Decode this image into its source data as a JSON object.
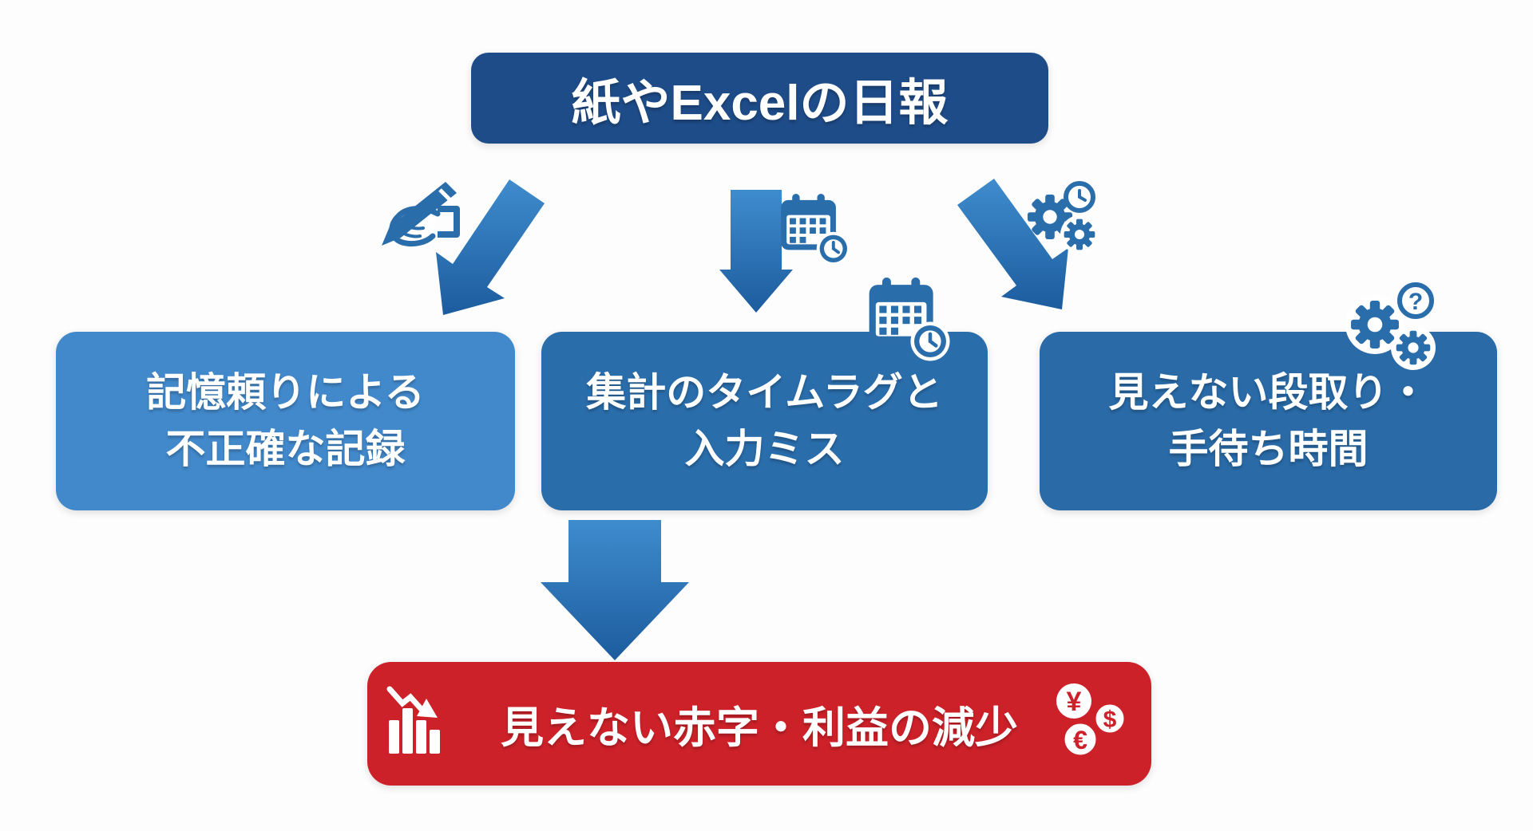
{
  "title_box": {
    "label": "紙やExcelの日報"
  },
  "problems": [
    {
      "id": "memory",
      "line1": "記憶頼りによる",
      "line2": "不正確な記録"
    },
    {
      "id": "timelag",
      "line1": "集計のタイムラグと",
      "line2": "入力ミス"
    },
    {
      "id": "setup",
      "line1": "見えない段取り・",
      "line2": "手待ち時間"
    }
  ],
  "result": {
    "label": "見えない赤字・利益の減少",
    "currencies": [
      "¥",
      "$",
      "€"
    ],
    "question_mark": "?"
  },
  "icons": {
    "left_arrow_icon": "pencil-writing-icon",
    "center_arrow_icon": "calendar-clock-icon",
    "right_arrow_icon": "gears-clock-icon",
    "center_box_icon": "calendar-clock-icon",
    "right_box_icon": "gears-question-icon",
    "result_left_icon": "declining-chart-icon",
    "result_right_icon": "currency-coins-icon"
  },
  "colors": {
    "title_box": "#1e4c88",
    "problem_left": "#4289cb",
    "problem_center": "#2a6dab",
    "problem_right": "#296aa7",
    "result_box": "#cd2129",
    "arrow_gradient_start": "#3f8ccd",
    "arrow_gradient_end": "#1c5c9e",
    "icon_blue": "#2a6dab",
    "text": "#ffffff"
  }
}
